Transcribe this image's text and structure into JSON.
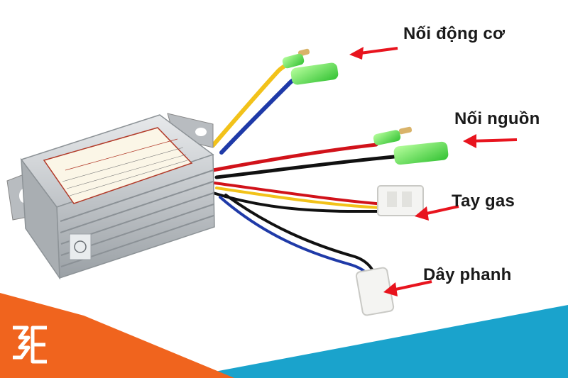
{
  "labels": {
    "motor": "Nối động cơ",
    "power": "Nối nguồn",
    "throttle": "Tay gas",
    "brake": "Dây phanh"
  },
  "colors": {
    "orange_band": "#f0641e",
    "blue_band": "#1aa3cc",
    "arrow": "#e8141e",
    "housing": "#c7cbcf",
    "wire_yellow": "#f2c21a",
    "wire_blue": "#1f3aa8",
    "wire_red": "#d1121a",
    "wire_black": "#111111",
    "connector_green": "#5ee84a"
  },
  "icons": {
    "logo": "brand-logo-icon",
    "arrow": "red-arrow-icon"
  }
}
